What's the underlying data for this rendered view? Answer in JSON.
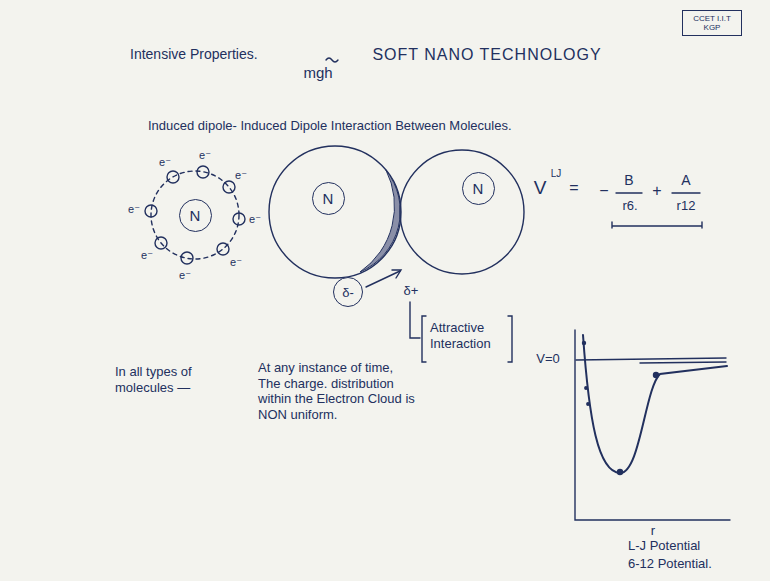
{
  "diagram": {
    "title": "SOFT NANO TECHNOLOGY",
    "nodes": [
      {
        "text": [
          "CCET I.I.T KGP"
        ]
      },
      {
        "text": [
          "N"
        ]
      },
      {
        "text": [
          "N"
        ]
      },
      {
        "text": [
          "δ-"
        ]
      },
      {
        "text": [
          "N"
        ]
      }
    ],
    "labels": [
      "Intensive Properties.",
      "mgh",
      "Induced dipole- Induced Dipole Interaction Between Molecules.",
      "e⁻",
      "e⁻",
      "e⁻",
      "e⁻",
      "e⁻",
      "e⁻",
      "e⁻",
      "e⁻",
      "In all types of molecules —",
      "δ+",
      "Attractive Interaction",
      "At any instance of time, The charge. distribution within the Electron Cloud is NON uniform.",
      "V",
      "LJ",
      "=",
      "−",
      "B",
      "r6.",
      "+",
      "A",
      "r12",
      "V=0",
      "r",
      "L-J Potential",
      "6-12 Potential."
    ]
  }
}
